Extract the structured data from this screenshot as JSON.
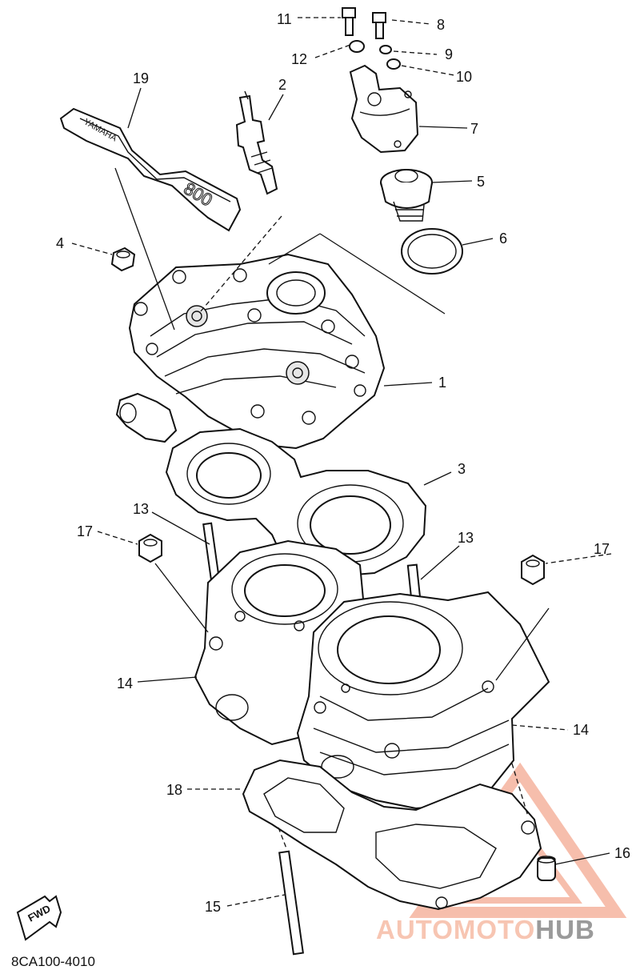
{
  "diagram": {
    "catalog_code": "8CA100-4010",
    "fwd_label": "FWD",
    "cover_brand_text": "YAMAHA",
    "cover_model_text": "800",
    "callouts": {
      "c1": "1",
      "c2": "2",
      "c3": "3",
      "c4": "4",
      "c5": "5",
      "c6": "6",
      "c7": "7",
      "c8": "8",
      "c9": "9",
      "c10": "10",
      "c11": "11",
      "c12": "12",
      "c13a": "13",
      "c13b": "13",
      "c14a": "14",
      "c14b": "14",
      "c15": "15",
      "c16": "16",
      "c17a": "17",
      "c17b": "17",
      "c18": "18",
      "c19": "19"
    }
  },
  "watermark": {
    "part1": "AUTOMOTO",
    "part2": "HUB",
    "color_main": "#f08a6a",
    "color_alt": "#9a9a9a"
  }
}
